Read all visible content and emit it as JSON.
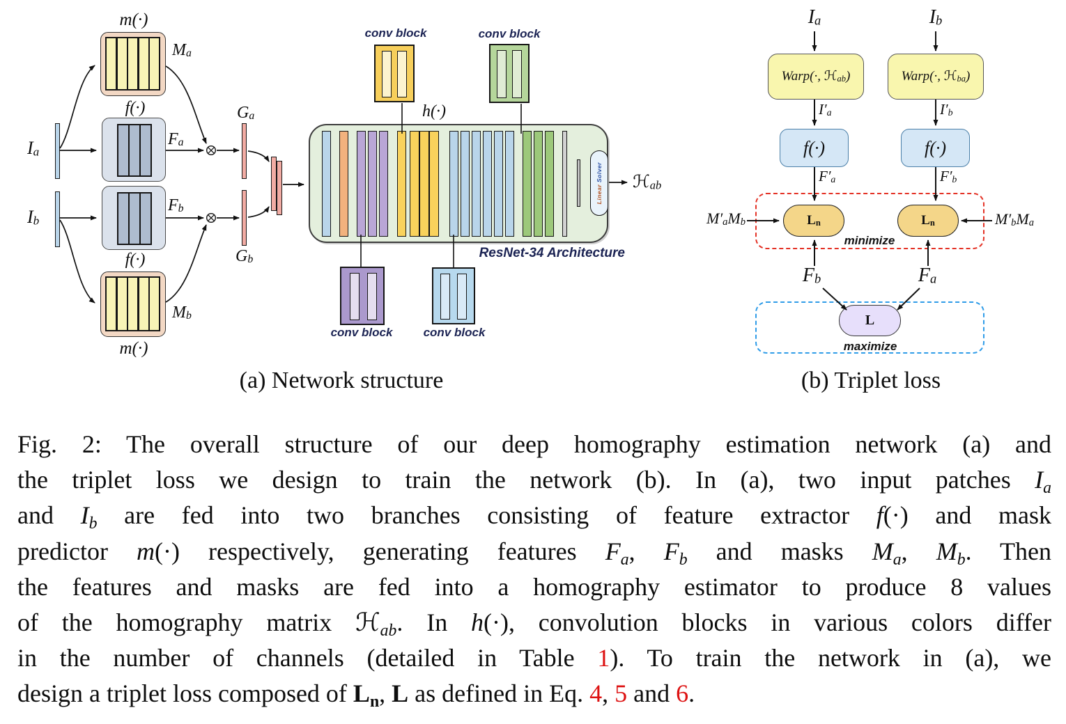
{
  "colors": {
    "bar_blue": "#b9d5ea",
    "bar_orange": "#f2b27e",
    "bar_purple": "#b9a6d6",
    "bar_yellow": "#f9d25c",
    "bar_green": "#9cc87a",
    "bar_gray": "#d2d2d2",
    "gate_pink": "#f2aca4",
    "mask_block_frame": "#f3d8c4",
    "mask_block_fill": "#f8f4b6",
    "feature_block_fill": "#dbe2ec",
    "feature_bar_fill": "#aebccf",
    "resnet_fill": "#e4efdd",
    "conv_yellow": "#f7cf5b",
    "conv_green": "#b5d69b",
    "conv_purple": "#ab99cd",
    "conv_blue": "#b7d9ee",
    "warp_fill": "#f9f6ae",
    "f_box_fill": "#d5e7f6",
    "ln_fill": "#f4d689",
    "l_fill": "#e7dffb",
    "minimize_box_red": "#e43226",
    "maximize_box_blue": "#2f9ce8",
    "caption_red": "#dd1111",
    "annotation_navy": "#1b2353"
  },
  "panel_a": {
    "caption": "(a) Network structure",
    "labels": {
      "m_fn_top": "m(·)",
      "m_fn_bottom": "m(·)",
      "f_fn_top": "f(·)",
      "f_fn_bottom": "f(·)",
      "h_fn": "h(·)",
      "conv_block_1": "conv block",
      "conv_block_2": "conv block",
      "conv_block_3": "conv block",
      "conv_block_4": "conv block",
      "resnet": "ResNet-34 Architecture",
      "input_a": [
        {
          "t": "I",
          "c": "it"
        },
        {
          "t": "a",
          "c": "it sb"
        }
      ],
      "input_b": [
        {
          "t": "I",
          "c": "it"
        },
        {
          "t": "b",
          "c": "it sb"
        }
      ],
      "mask_a": [
        {
          "t": "M",
          "c": "it"
        },
        {
          "t": "a",
          "c": "it sb"
        }
      ],
      "mask_b": [
        {
          "t": "M",
          "c": "it"
        },
        {
          "t": "b",
          "c": "it sb"
        }
      ],
      "feat_a": [
        {
          "t": "F",
          "c": "it"
        },
        {
          "t": "a",
          "c": "it sb"
        }
      ],
      "feat_b": [
        {
          "t": "F",
          "c": "it"
        },
        {
          "t": "b",
          "c": "it sb"
        }
      ],
      "gate_a": [
        {
          "t": "G",
          "c": "it"
        },
        {
          "t": "a",
          "c": "it sb"
        }
      ],
      "gate_b": [
        {
          "t": "G",
          "c": "it"
        },
        {
          "t": "b",
          "c": "it sb"
        }
      ],
      "output_h": [
        {
          "t": "ℋ",
          "c": "scr"
        },
        {
          "t": "ab",
          "c": "it sb"
        }
      ],
      "linear_solver": [
        {
          "t": "Linear ",
          "c": "ls1"
        },
        {
          "t": "Solver",
          "c": "ls2"
        }
      ]
    },
    "resnet_bar_groups": [
      {
        "color": "blue",
        "count": 1
      },
      {
        "color": "orange",
        "count": 1
      },
      {
        "color": "purple",
        "count": 3
      },
      {
        "color": "yellow",
        "count": 4
      },
      {
        "color": "blue",
        "count": 6
      },
      {
        "color": "green",
        "count": 3
      },
      {
        "color": "gray",
        "count": 2
      }
    ]
  },
  "panel_b": {
    "caption": "(b) Triplet loss",
    "labels": {
      "input_a": [
        {
          "t": "I",
          "c": "it"
        },
        {
          "t": "a",
          "c": "it sb"
        }
      ],
      "input_b": [
        {
          "t": "I",
          "c": "it"
        },
        {
          "t": "b",
          "c": "it sb"
        }
      ],
      "warp_a": [
        {
          "t": "Warp(·, ",
          "c": "it"
        },
        {
          "t": "ℋ",
          "c": "scr"
        },
        {
          "t": "ab",
          "c": "it sb"
        },
        {
          "t": ")",
          "c": "it"
        }
      ],
      "warp_b": [
        {
          "t": "Warp(·, ",
          "c": "it"
        },
        {
          "t": "ℋ",
          "c": "scr"
        },
        {
          "t": "ba",
          "c": "it sb"
        },
        {
          "t": ")",
          "c": "it"
        }
      ],
      "warped_a": [
        {
          "t": "I′",
          "c": "it"
        },
        {
          "t": "a",
          "c": "it sb"
        }
      ],
      "warped_b": [
        {
          "t": "I′",
          "c": "it"
        },
        {
          "t": "b",
          "c": "it sb"
        }
      ],
      "f_fn_a": "f(·)",
      "f_fn_b": "f(·)",
      "warped_feat_a": [
        {
          "t": "F′",
          "c": "it"
        },
        {
          "t": "a",
          "c": "it sb"
        }
      ],
      "warped_feat_b": [
        {
          "t": "F′",
          "c": "it"
        },
        {
          "t": "b",
          "c": "it sb"
        }
      ],
      "loss_ln_left": [
        {
          "t": "L",
          "c": "bf"
        },
        {
          "t": "n",
          "c": "bf sb"
        }
      ],
      "loss_ln_right": [
        {
          "t": "L",
          "c": "bf"
        },
        {
          "t": "n",
          "c": "bf sb"
        }
      ],
      "loss_l": "L",
      "minimize": "minimize",
      "maximize": "maximize",
      "mask_prod_left": [
        {
          "t": "M′",
          "c": "it"
        },
        {
          "t": "a",
          "c": "it sb"
        },
        {
          "t": "M",
          "c": "it"
        },
        {
          "t": "b",
          "c": "it sb"
        }
      ],
      "mask_prod_right": [
        {
          "t": "M′",
          "c": "it"
        },
        {
          "t": "b",
          "c": "it sb"
        },
        {
          "t": "M",
          "c": "it"
        },
        {
          "t": "a",
          "c": "it sb"
        }
      ],
      "feat_b": [
        {
          "t": "F",
          "c": "it"
        },
        {
          "t": "b",
          "c": "it sb"
        }
      ],
      "feat_a": [
        {
          "t": "F",
          "c": "it"
        },
        {
          "t": "a",
          "c": "it sb"
        }
      ]
    }
  },
  "caption": {
    "lines": [
      [
        {
          "t": "Fig. 2: The overall structure of our deep homography estimation network (a) and"
        }
      ],
      [
        {
          "t": "the triplet loss we design to train the network (b). In (a), two input patches "
        },
        {
          "t": "I",
          "c": "it"
        },
        {
          "t": "a",
          "c": "it sb"
        }
      ],
      [
        {
          "t": "and "
        },
        {
          "t": "I",
          "c": "it"
        },
        {
          "t": "b",
          "c": "it sb"
        },
        {
          "t": " are fed into two branches consisting of feature extractor "
        },
        {
          "t": "f",
          "c": "it"
        },
        {
          "t": "(·) and mask"
        }
      ],
      [
        {
          "t": "predictor "
        },
        {
          "t": "m",
          "c": "it"
        },
        {
          "t": "(·) respectively, generating features "
        },
        {
          "t": "F",
          "c": "it"
        },
        {
          "t": "a",
          "c": "it sb"
        },
        {
          "t": ", "
        },
        {
          "t": "F",
          "c": "it"
        },
        {
          "t": "b",
          "c": "it sb"
        },
        {
          "t": " and masks "
        },
        {
          "t": "M",
          "c": "it"
        },
        {
          "t": "a",
          "c": "it sb"
        },
        {
          "t": ", "
        },
        {
          "t": "M",
          "c": "it"
        },
        {
          "t": "b",
          "c": "it sb"
        },
        {
          "t": ". Then"
        }
      ],
      [
        {
          "t": "the features and masks are fed into a homography estimator to produce 8 values"
        }
      ],
      [
        {
          "t": "of the homography matrix "
        },
        {
          "t": "ℋ",
          "c": "scr"
        },
        {
          "t": "ab",
          "c": "it sb"
        },
        {
          "t": ". In "
        },
        {
          "t": "h",
          "c": "it"
        },
        {
          "t": "(·), convolution blocks in various colors differ"
        }
      ],
      [
        {
          "t": "in the number of channels (detailed in Table "
        },
        {
          "t": "1",
          "c": "red"
        },
        {
          "t": "). To train the network in (a), we"
        }
      ],
      [
        {
          "t": "design a triplet loss composed of "
        },
        {
          "t": "L",
          "c": "bf"
        },
        {
          "t": "n",
          "c": "bf sb"
        },
        {
          "t": ", "
        },
        {
          "t": "L",
          "c": "bf"
        },
        {
          "t": " as defined in Eq. "
        },
        {
          "t": "4",
          "c": "red"
        },
        {
          "t": ", "
        },
        {
          "t": "5",
          "c": "red"
        },
        {
          "t": " and "
        },
        {
          "t": "6",
          "c": "red"
        },
        {
          "t": "."
        }
      ]
    ]
  }
}
